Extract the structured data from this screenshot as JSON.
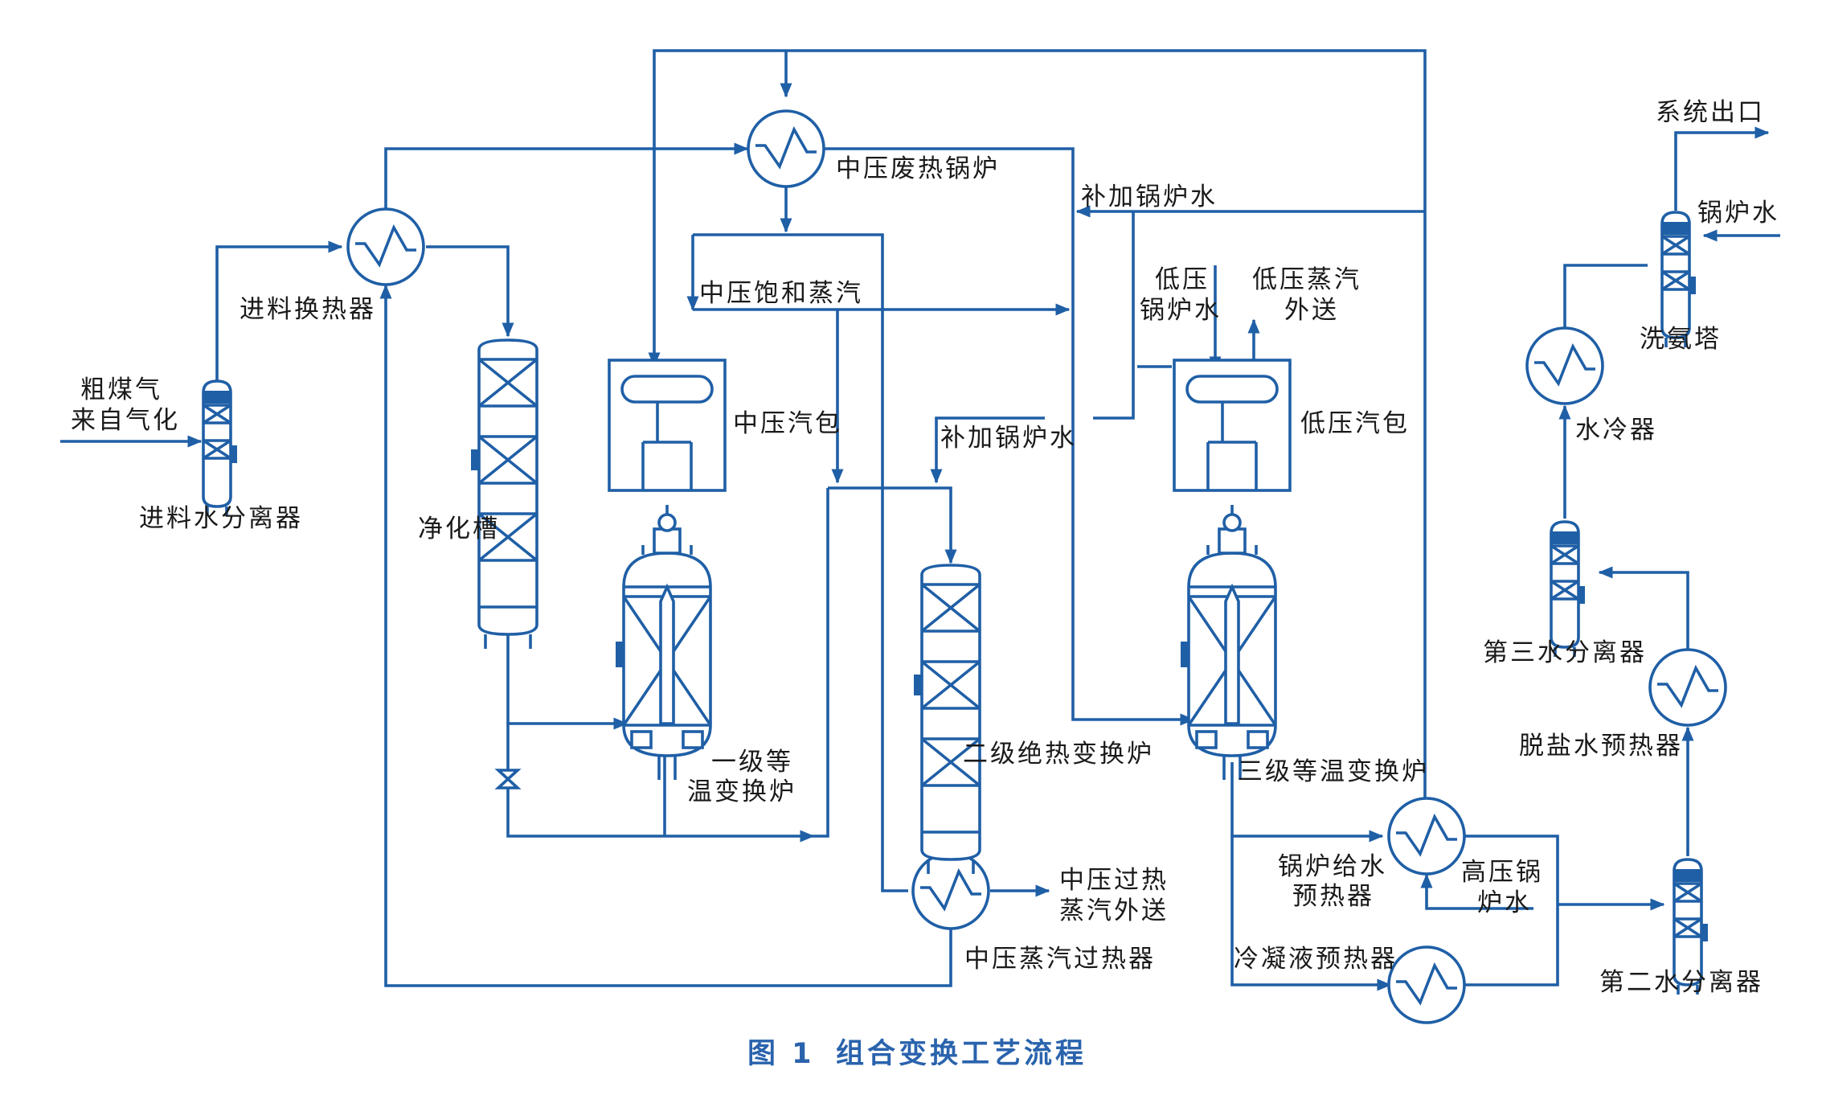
{
  "caption": {
    "number": "图 1",
    "title": "组合变换工艺流程"
  },
  "labels": {
    "raw_gas_1": "粗煤气",
    "raw_gas_2": "来自气化",
    "feed_separator": "进料水分离器",
    "feed_exchanger": "进料换热器",
    "mp_waste_boiler": "中压废热锅炉",
    "mp_saturated_steam": "中压饱和蒸汽",
    "purifier": "净化槽",
    "mp_drum": "中压汽包",
    "stage1_1": "一级等",
    "stage1_2": "温变换炉",
    "makeup_water_1": "补加锅炉水",
    "makeup_water_2": "补加锅炉水",
    "stage2": "二级绝热变换炉",
    "lp_boiler_water_1": "低压",
    "lp_boiler_water_2": "锅炉水",
    "lp_steam_export_1": "低压蒸汽",
    "lp_steam_export_2": "外送",
    "lp_drum": "低压汽包",
    "stage3": "三级等温变换炉",
    "mp_superheated_1": "中压过热",
    "mp_superheated_2": "蒸汽外送",
    "mp_superheater": "中压蒸汽过热器",
    "bfw_preheater_1": "锅炉给水",
    "bfw_preheater_2": "预热器",
    "hp_boiler_water_1": "高压锅",
    "hp_boiler_water_2": "炉水",
    "condensate_preheater": "冷凝液预热器",
    "system_outlet": "系统出口",
    "boiler_water": "锅炉水",
    "ammonia_scrubber": "洗氨塔",
    "water_cooler": "水冷器",
    "third_separator": "第三水分离器",
    "demin_preheater": "脱盐水预热器",
    "second_separator": "第二水分离器"
  },
  "colors": {
    "line": "#1f5fa6",
    "caption": "#2a63ad",
    "text": "#1a1a1a"
  }
}
